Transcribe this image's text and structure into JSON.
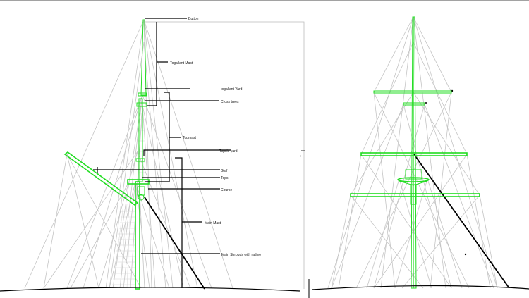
{
  "diagram": {
    "labels": {
      "button": "Button",
      "topgallant_mast": "Togallant Mast",
      "topgallant_yard": "togallant Yard",
      "cross_trees": "Cross trees",
      "topmast": "Topmast",
      "topsle_yard": "Topsle yard",
      "gaff": "Gaff",
      "tops": "Tops",
      "course": "Course",
      "main_mast": "Main  Mast",
      "main_shrouds": "Main Shrouds with ratline"
    },
    "dimension_label": "· · ·"
  },
  "colors": {
    "spar": "#22dd22",
    "rigging": "#c4c4c4",
    "leader": "#000000"
  }
}
